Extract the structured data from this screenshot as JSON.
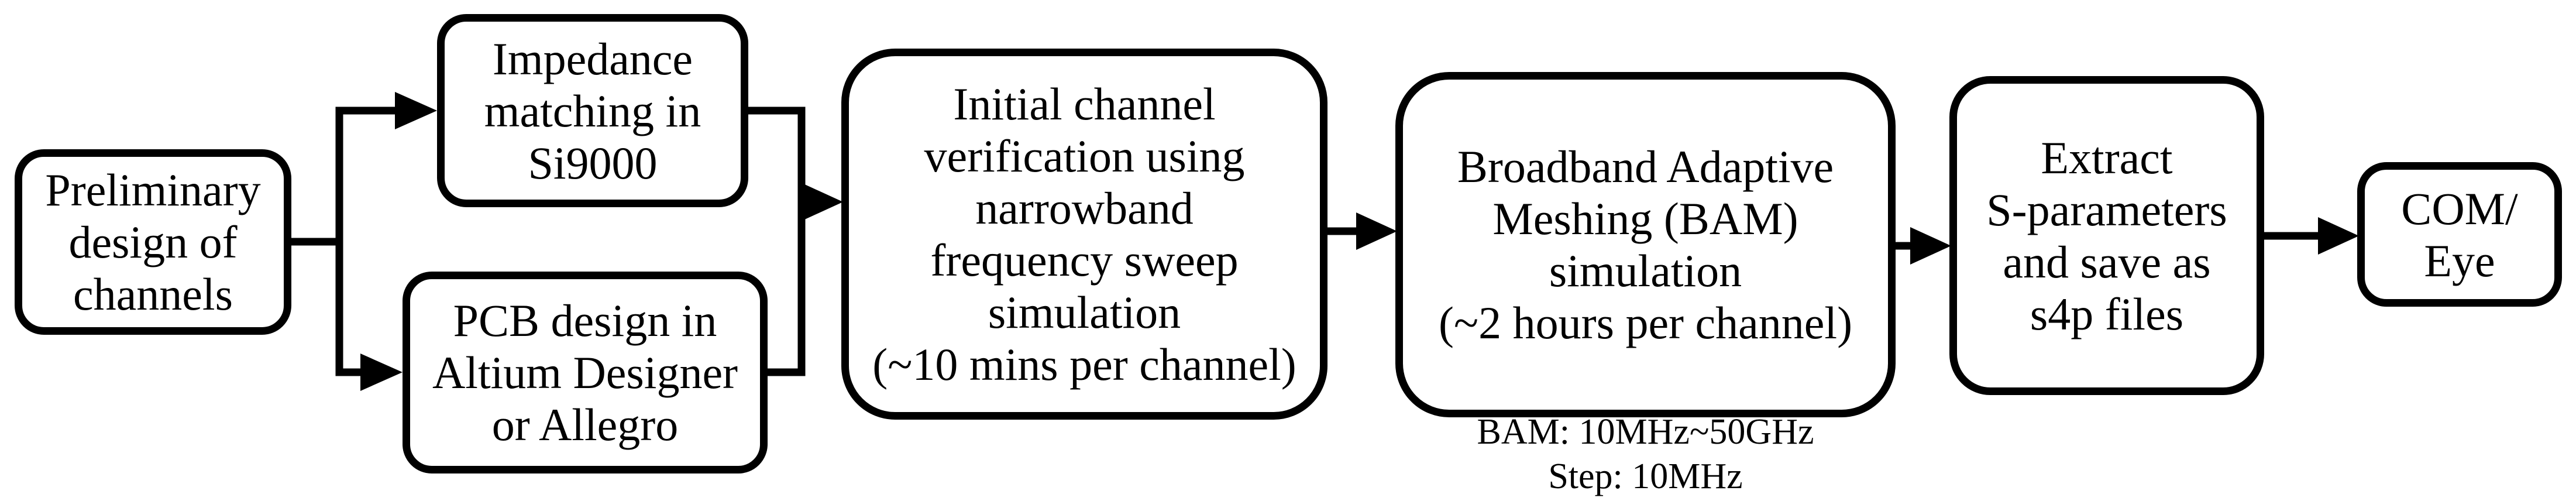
{
  "diagram": {
    "colors": {
      "stroke": "#000000",
      "background": "#ffffff"
    },
    "boxes": [
      {
        "id": "preliminary-design",
        "label": "Preliminary design of channels",
        "lines": [
          "Preliminary",
          "design of",
          "channels"
        ]
      },
      {
        "id": "impedance-matching",
        "label": "Impedance matching in Si9000",
        "lines": [
          "Impedance",
          "matching in",
          "Si9000"
        ]
      },
      {
        "id": "pcb-design",
        "label": "PCB design in Altium Designer or Allegro",
        "lines": [
          "PCB design in",
          "Altium Designer",
          "or Allegro"
        ]
      },
      {
        "id": "initial-verification",
        "label": "Initial channel verification using narrowband frequency sweep simulation (~10 mins per channel)",
        "lines": [
          "Initial channel",
          "verification using",
          "narrowband",
          "frequency sweep",
          "simulation",
          "(~10 mins per channel)"
        ]
      },
      {
        "id": "bam-simulation",
        "label": "Broadband Adaptive Meshing (BAM) simulation (~2 hours per channel)",
        "lines": [
          "Broadband Adaptive",
          "Meshing (BAM)",
          "simulation",
          "(~2 hours per channel)"
        ]
      },
      {
        "id": "extract-sparameters",
        "label": "Extract S-parameters and save as s4p files",
        "lines": [
          "Extract",
          "S-parameters",
          "and save as",
          "s4p files"
        ]
      },
      {
        "id": "com-eye",
        "label": "COM/ Eye",
        "lines": [
          "COM/",
          "Eye"
        ]
      }
    ],
    "caption": {
      "label": "BAM: 10MHz~50GHz Step: 10MHz",
      "lines": [
        "BAM: 10MHz~50GHz",
        "Step: 10MHz"
      ]
    }
  }
}
